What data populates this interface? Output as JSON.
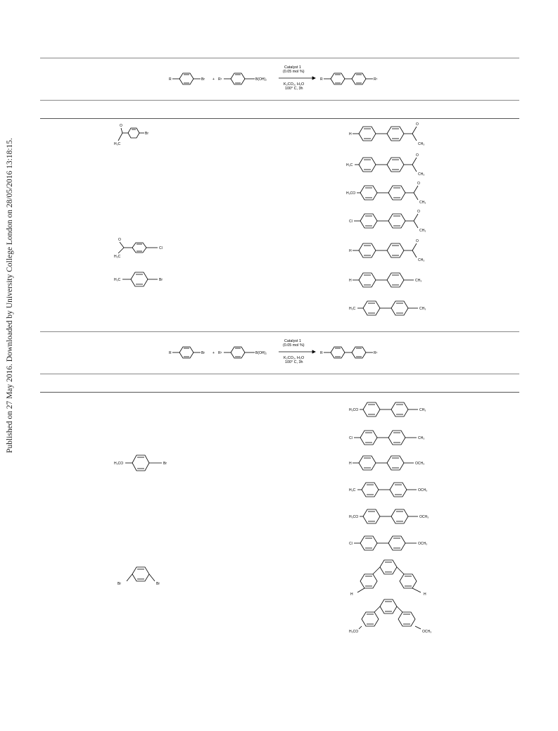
{
  "side_note": "Published on 27 May 2016. Downloaded by University College London on 28/05/2016 13:18:15.",
  "scheme": {
    "reactant_r": "R",
    "reactant_br": "Br",
    "plus": "+",
    "boronic_r": "R¹",
    "boronic": "B(OH)₂",
    "product_r": "R",
    "product_r1": "R¹",
    "cond1": "Catalyst 1",
    "cond2": "(0.05 mol %)",
    "cond3": "K₂CO₃, H₂O",
    "cond4": "100° C, 3h"
  },
  "rows1": {
    "s1_top": "O",
    "s1_left": "H₃C",
    "s1_right": "Br",
    "s2_top": "O",
    "s2_left": "H₃C",
    "s2_right": "Cl",
    "s3_left": "H₃C",
    "s3_right": "Br",
    "p1_left": "H",
    "p1_o": "O",
    "p1_me": "CH₃",
    "p2_left": "H₃C",
    "p2_o": "O",
    "p2_me": "CH₃",
    "p3_left": "H₃CO",
    "p3_o": "O",
    "p3_me": "CH₃",
    "p4_left": "Cl",
    "p4_o": "O",
    "p4_me": "CH₃",
    "p5_left": "H",
    "p5_o": "O",
    "p5_me": "CH₃",
    "p6_left": "H",
    "p6_right": "CH₃",
    "p7_left": "H₃C",
    "p7_right": "CH₃"
  },
  "rows2": {
    "s4_left": "H₃CO",
    "s4_right": "Br",
    "s5_left": "Br",
    "s5_right": "Br",
    "p8_left": "H₃CO",
    "p8_right": "CH₃",
    "p9_left": "Cl",
    "p9_right": "CH₃",
    "p10_left": "H",
    "p10_right": "OCH₃",
    "p11_left": "H₃C",
    "p11_right": "OCH₃",
    "p12_left": "H₃CO",
    "p12_right": "OCH₃",
    "p13_left": "Cl",
    "p13_right": "OCH₃",
    "p14_left": "H",
    "p14_right": "H",
    "p15_left": "H₃CO",
    "p15_right": "OCH₃"
  }
}
